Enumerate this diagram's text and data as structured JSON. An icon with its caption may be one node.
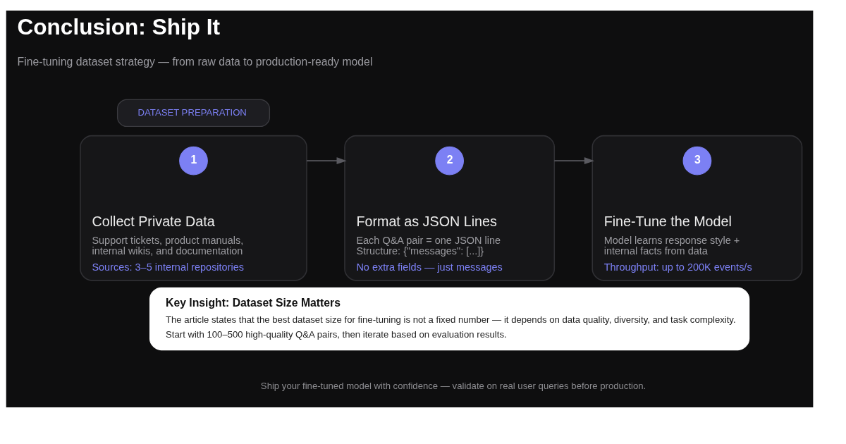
{
  "diagram": {
    "title": "Conclusion: Ship It",
    "caption": "Ship your fine-tuned model with confidence — validate on real user queries before production.",
    "nodes": [
      {
        "text": [
          "DATASET PREPARATION"
        ]
      },
      {
        "text": [
          "Collect Private Data",
          "Support tickets, product manuals, internal wikis, and documentation",
          "Sources: 3–5 internal repositories"
        ]
      },
      {
        "text": [
          "1"
        ],
        "in": 1
      },
      {
        "text": [
          "Format as JSON Lines",
          "Each Q&A pair = one JSON line Structure: {\"messages\": [...]}",
          "No extra fields — just messages"
        ]
      },
      {
        "text": [
          "2"
        ],
        "in": 3
      },
      {
        "text": [
          "Fine-Tune the Model",
          "Model learns response style + internal facts from data",
          "Throughput: up to 200K events/s"
        ]
      },
      {
        "text": [
          "3"
        ],
        "in": 5
      },
      {
        "text": [
          "Key Insight: Dataset Size Matters",
          "The article states that the best dataset size for fine-tuning is not a fixed number — it depends on data quality, diversity, and task complexity.",
          "Start with 100–500 high-quality Q&A pairs, then iterate based on evaluation results."
        ]
      }
    ],
    "edges": [
      {
        "from": 1,
        "to": 3,
        "arrow": "to"
      },
      {
        "from": 3,
        "to": 5,
        "arrow": "to"
      }
    ],
    "labels": [
      "Fine-tuning dataset strategy — from raw data to production-ready model"
    ]
  }
}
